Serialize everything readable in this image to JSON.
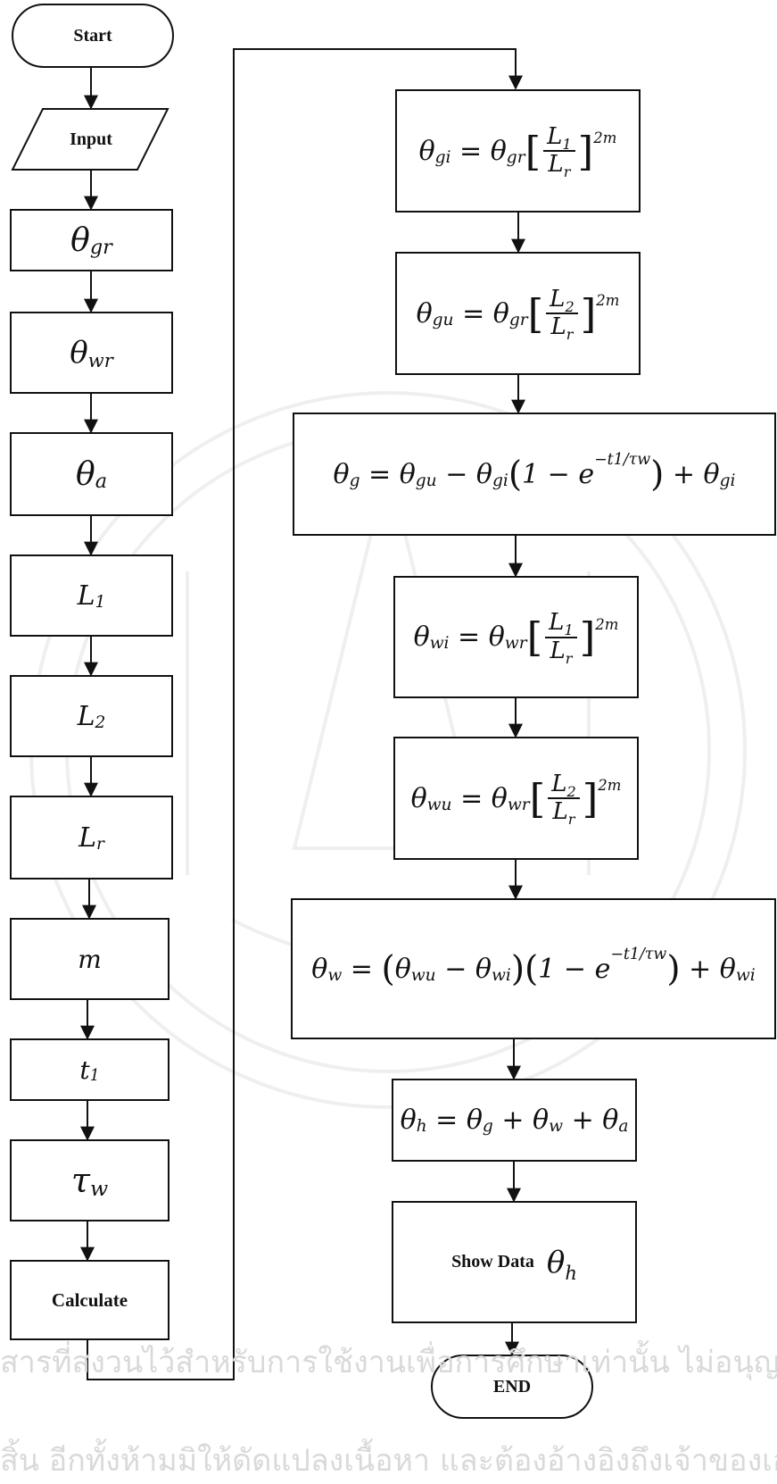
{
  "flowchart": {
    "start_label": "Start",
    "input_label": "Input",
    "calculate_label": "Calculate",
    "show_label": "Show Data",
    "end_label": "END",
    "vars": {
      "theta": "θ",
      "gr": "gr",
      "wr": "wr",
      "a": "a",
      "L": "L",
      "one": "1",
      "two": "2",
      "r": "r",
      "m": "m",
      "t": "t",
      "tau": "τ",
      "w": "w"
    },
    "formulas": {
      "theta_gi": "θgi = θgr [L1/Lr]^2m",
      "theta_gu": "θgu = θgr [L2/Lr]^2m",
      "theta_g": "θg = θgu − θgi (1 − e^(−t1/τw)) + θgi",
      "theta_wi": "θwi = θwr [L1/Lr]^2m",
      "theta_wu": "θwu = θwr [L2/Lr]^2m",
      "theta_w": "θw = (θwu − θwi)(1 − e^(−t1/τw)) + θwi",
      "theta_h": "θh = θg + θw + θa",
      "show": "θh"
    }
  },
  "watermark": {
    "line1": "สารที่สงวนไว้สำหรับการใช้งานเพื่อการศึกษาเท่านั้น ไม่อนุญาตให้นำไปใช้",
    "line2": "สิ้น อีกทั้งห้ามมิให้ดัดแปลงเนื้อหา และต้องอ้างอิงถึงเจ้าของเอกสารทุกครั้งที่"
  }
}
